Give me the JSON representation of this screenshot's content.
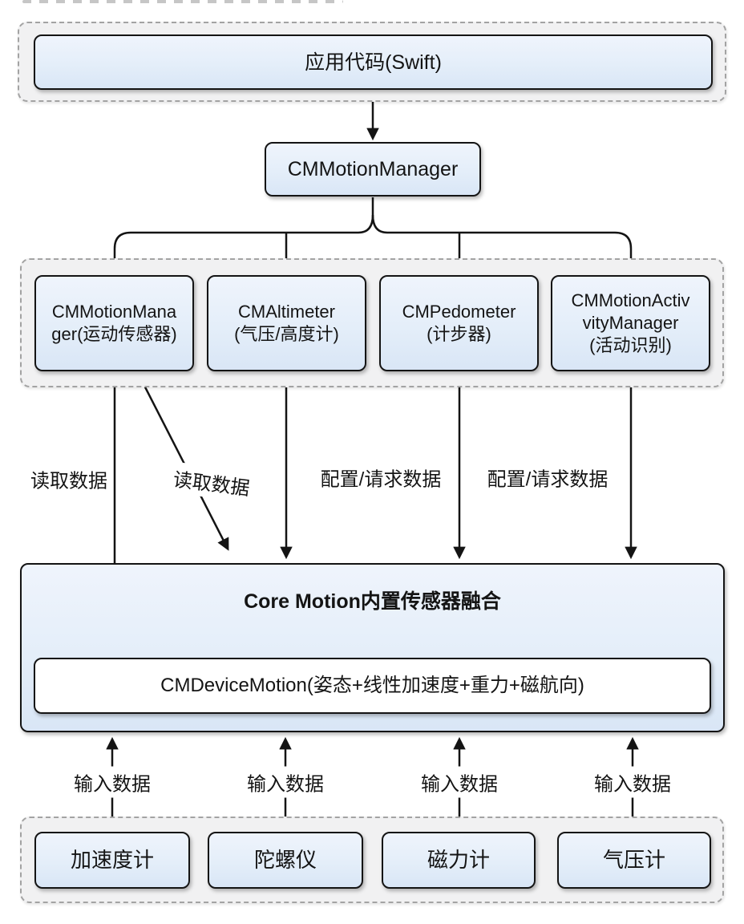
{
  "colors": {
    "canvas_bg": "#ffffff",
    "node_fill_top": "#eff4fc",
    "node_fill_bottom": "#d9e6f6",
    "node_border": "#141414",
    "group_fill": "#f1f1f2",
    "group_border": "#a3a3a3",
    "inner_box_fill": "#ffffff",
    "arrow": "#141414",
    "text": "#141414"
  },
  "nodes": {
    "app": {
      "label": "应用代码(Swift)"
    },
    "motion_manager": {
      "label": "CMMotionManager"
    },
    "services": [
      {
        "label": "CMMotionMana\nger(运动传感器)"
      },
      {
        "label": "CMAltimeter\n(气压/高度计)"
      },
      {
        "label": "CMPedometer\n(计步器)"
      },
      {
        "label": "CMMotionActiv\nvityManager\n(活动识别)"
      }
    ],
    "fusion": {
      "title": "Core Motion内置传感器融合",
      "device_motion": "CMDeviceMotion(姿态+线性加速度+重力+磁航向)"
    },
    "sensors": [
      {
        "label": "加速度计"
      },
      {
        "label": "陀螺仪"
      },
      {
        "label": "磁力计"
      },
      {
        "label": "气压计"
      }
    ]
  },
  "edge_labels": {
    "read_left": "读取数据",
    "read_diagonal": "读取数据",
    "config_left": "配置/请求数据",
    "config_right": "配置/请求数据",
    "inputs": [
      {
        "label": "输入数据"
      },
      {
        "label": "输入数据"
      },
      {
        "label": "输入数据"
      },
      {
        "label": "输入数据"
      }
    ]
  }
}
